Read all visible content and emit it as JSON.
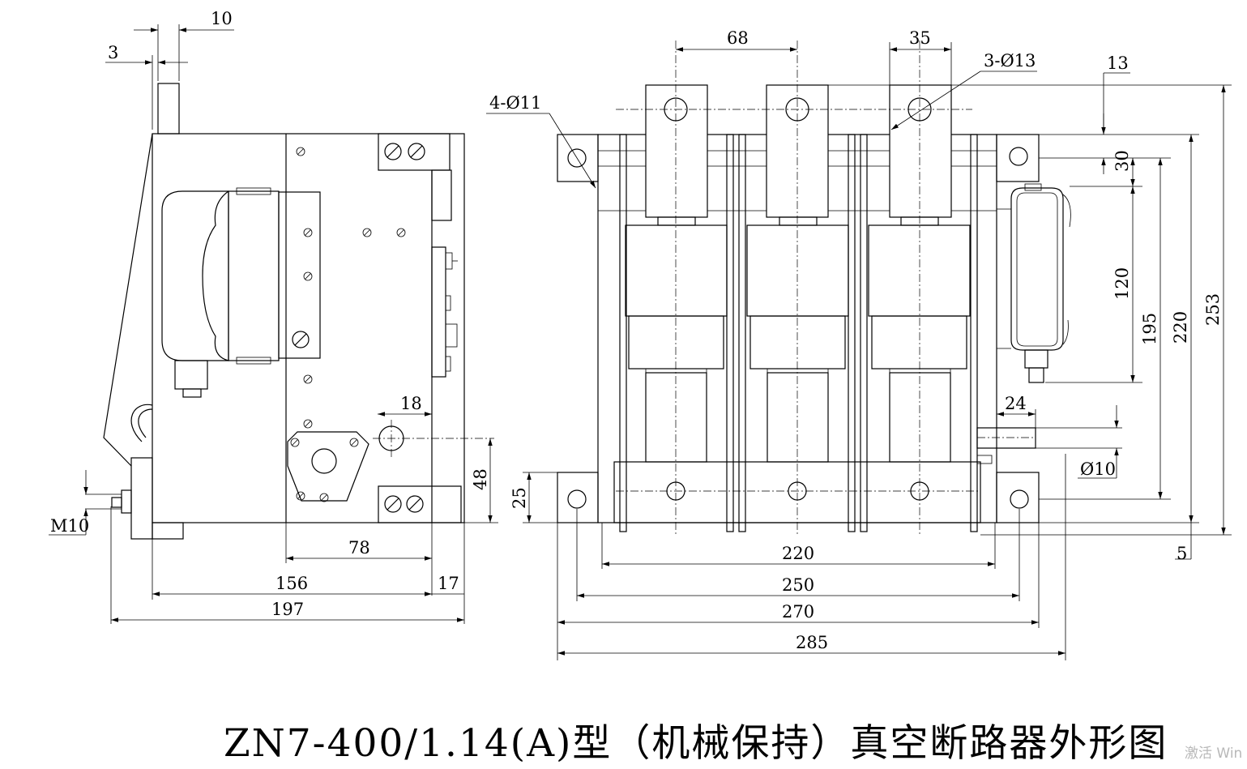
{
  "drawing": {
    "title": "ZN7-400/1.14(A)型（机械保持）真空断路器外形图",
    "watermark": "激活 Win",
    "side_view": {
      "dims": {
        "d10": "10",
        "d3": "3",
        "d18": "18",
        "d48": "48",
        "d78": "78",
        "d156": "156",
        "d17": "17",
        "d197": "197",
        "m10": "M10"
      }
    },
    "front_view": {
      "dims": {
        "d68": "68",
        "d35": "35",
        "hole3": "3-Ø13",
        "hole4": "4-Ø11",
        "d13": "13",
        "d30": "30",
        "d120": "120",
        "d195": "195",
        "d220v": "220",
        "d253": "253",
        "d24": "24",
        "d10dia": "Ø10",
        "d25": "25",
        "d5": "5",
        "d220": "220",
        "d250": "250",
        "d270": "270",
        "d285": "285"
      }
    }
  }
}
